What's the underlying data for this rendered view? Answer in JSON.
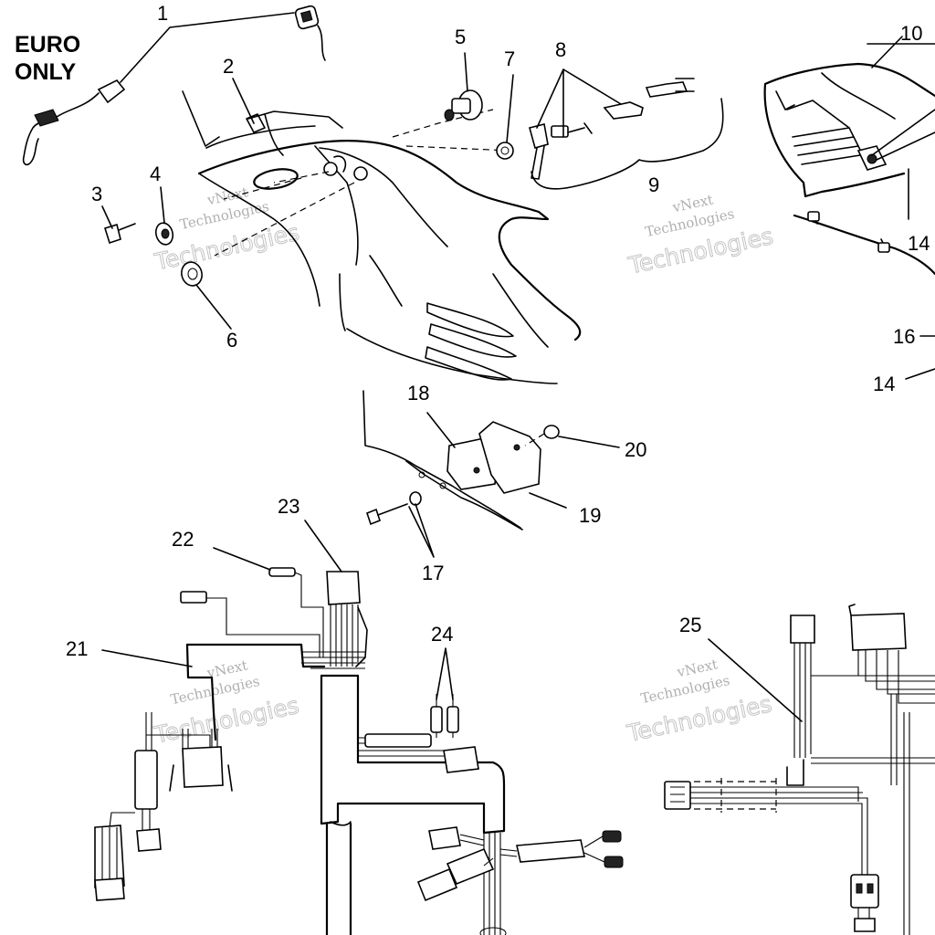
{
  "diagram": {
    "note_lines": [
      "EURO",
      "ONLY"
    ],
    "watermark": {
      "line1": "vNext",
      "line2": "Technologies"
    },
    "callouts": [
      {
        "id": "c1",
        "text": "1"
      },
      {
        "id": "c2",
        "text": "2"
      },
      {
        "id": "c3",
        "text": "3"
      },
      {
        "id": "c4",
        "text": "4"
      },
      {
        "id": "c5",
        "text": "5"
      },
      {
        "id": "c6",
        "text": "6"
      },
      {
        "id": "c7",
        "text": "7"
      },
      {
        "id": "c8",
        "text": "8"
      },
      {
        "id": "c9",
        "text": "9"
      },
      {
        "id": "c10",
        "text": "10"
      },
      {
        "id": "c14a",
        "text": "14"
      },
      {
        "id": "c14b",
        "text": "14"
      },
      {
        "id": "c16",
        "text": "16"
      },
      {
        "id": "c17",
        "text": "17"
      },
      {
        "id": "c18",
        "text": "18"
      },
      {
        "id": "c19",
        "text": "19"
      },
      {
        "id": "c20",
        "text": "20"
      },
      {
        "id": "c21",
        "text": "21"
      },
      {
        "id": "c22",
        "text": "22"
      },
      {
        "id": "c23",
        "text": "23"
      },
      {
        "id": "c24",
        "text": "24"
      },
      {
        "id": "c25",
        "text": "25"
      }
    ]
  }
}
